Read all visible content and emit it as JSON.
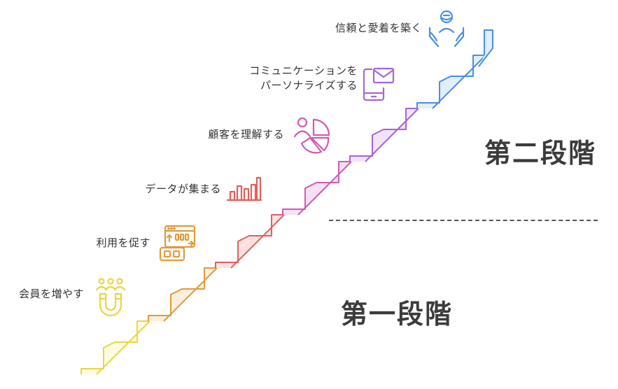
{
  "steps": [
    {
      "label": "会員を増やす",
      "color": "#e9d640",
      "fill": "#fdfbe0",
      "icon": "magnet-people-icon"
    },
    {
      "label": "利用を促す",
      "color": "#e09a3a",
      "fill": "#fdeedd",
      "icon": "dashboard-arrows-icon"
    },
    {
      "label": "データが集まる",
      "color": "#e0605c",
      "fill": "#fce3e2",
      "icon": "bar-chart-icon"
    },
    {
      "label": "顧客を理解する",
      "color": "#cf5ab2",
      "fill": "#f8e0f3",
      "icon": "person-pie-icon"
    },
    {
      "label": "コミュニケーションを\nパーソナライズする",
      "color": "#a864d6",
      "fill": "#f0e3fb",
      "icon": "phone-mail-icon"
    },
    {
      "label": "信頼と愛着を築く",
      "color": "#4a8ee0",
      "fill": "#e1eefb",
      "icon": "hands-person-icon"
    }
  ],
  "phases": {
    "upper": "第二段階",
    "lower": "第一段階"
  }
}
